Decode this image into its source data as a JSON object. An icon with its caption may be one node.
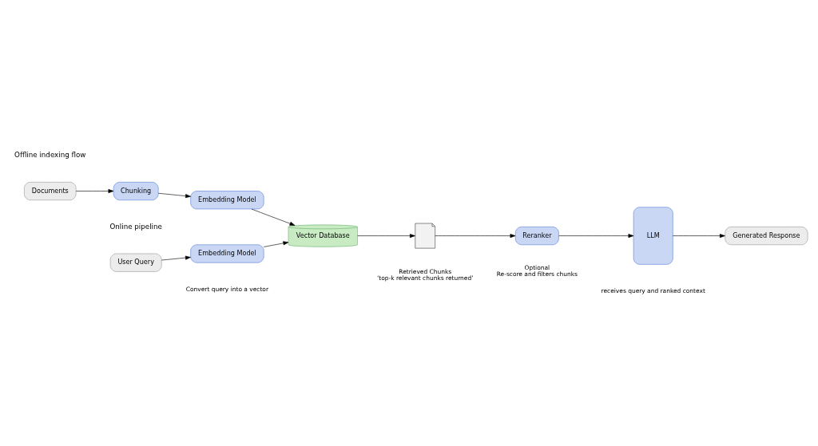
{
  "diagram": {
    "nodes": [
      {
        "text": [
          "Documents"
        ]
      },
      {
        "text": [
          "Chunking"
        ]
      },
      {
        "text": [
          "Embedding Model"
        ]
      },
      {
        "text": [
          "User Query"
        ]
      },
      {
        "text": [
          "Embedding Model"
        ],
        "beside": [
          "Convert query into a vector"
        ]
      },
      {
        "text": [
          "Vector Database"
        ]
      },
      {
        "text": [],
        "shape": "document",
        "beside": [
          "Retrieved Chunks",
          "‘top-k relevant chunks returned’"
        ]
      },
      {
        "text": [
          "Reranker"
        ],
        "beside": [
          "Optional",
          "Re-score and filters chunks"
        ]
      },
      {
        "text": [
          "LLM"
        ],
        "beside": [
          "receives query and ranked context"
        ]
      },
      {
        "text": [
          "Generated Response"
        ]
      }
    ],
    "edges": [
      {
        "from": 0,
        "to": 1,
        "arrow": "to"
      },
      {
        "from": 1,
        "to": 2,
        "arrow": "to"
      },
      {
        "from": 2,
        "to": 5,
        "arrow": "to"
      },
      {
        "from": 3,
        "to": 4,
        "arrow": "to"
      },
      {
        "from": 4,
        "to": 5,
        "arrow": "to"
      },
      {
        "from": 5,
        "to": 6,
        "arrow": "to"
      },
      {
        "from": 6,
        "to": 7,
        "arrow": "to"
      },
      {
        "from": 7,
        "to": 8,
        "arrow": "to"
      },
      {
        "from": 8,
        "to": 9,
        "arrow": "to"
      }
    ],
    "labels": [
      "Offline indexing flow",
      "Online pipeline"
    ]
  }
}
